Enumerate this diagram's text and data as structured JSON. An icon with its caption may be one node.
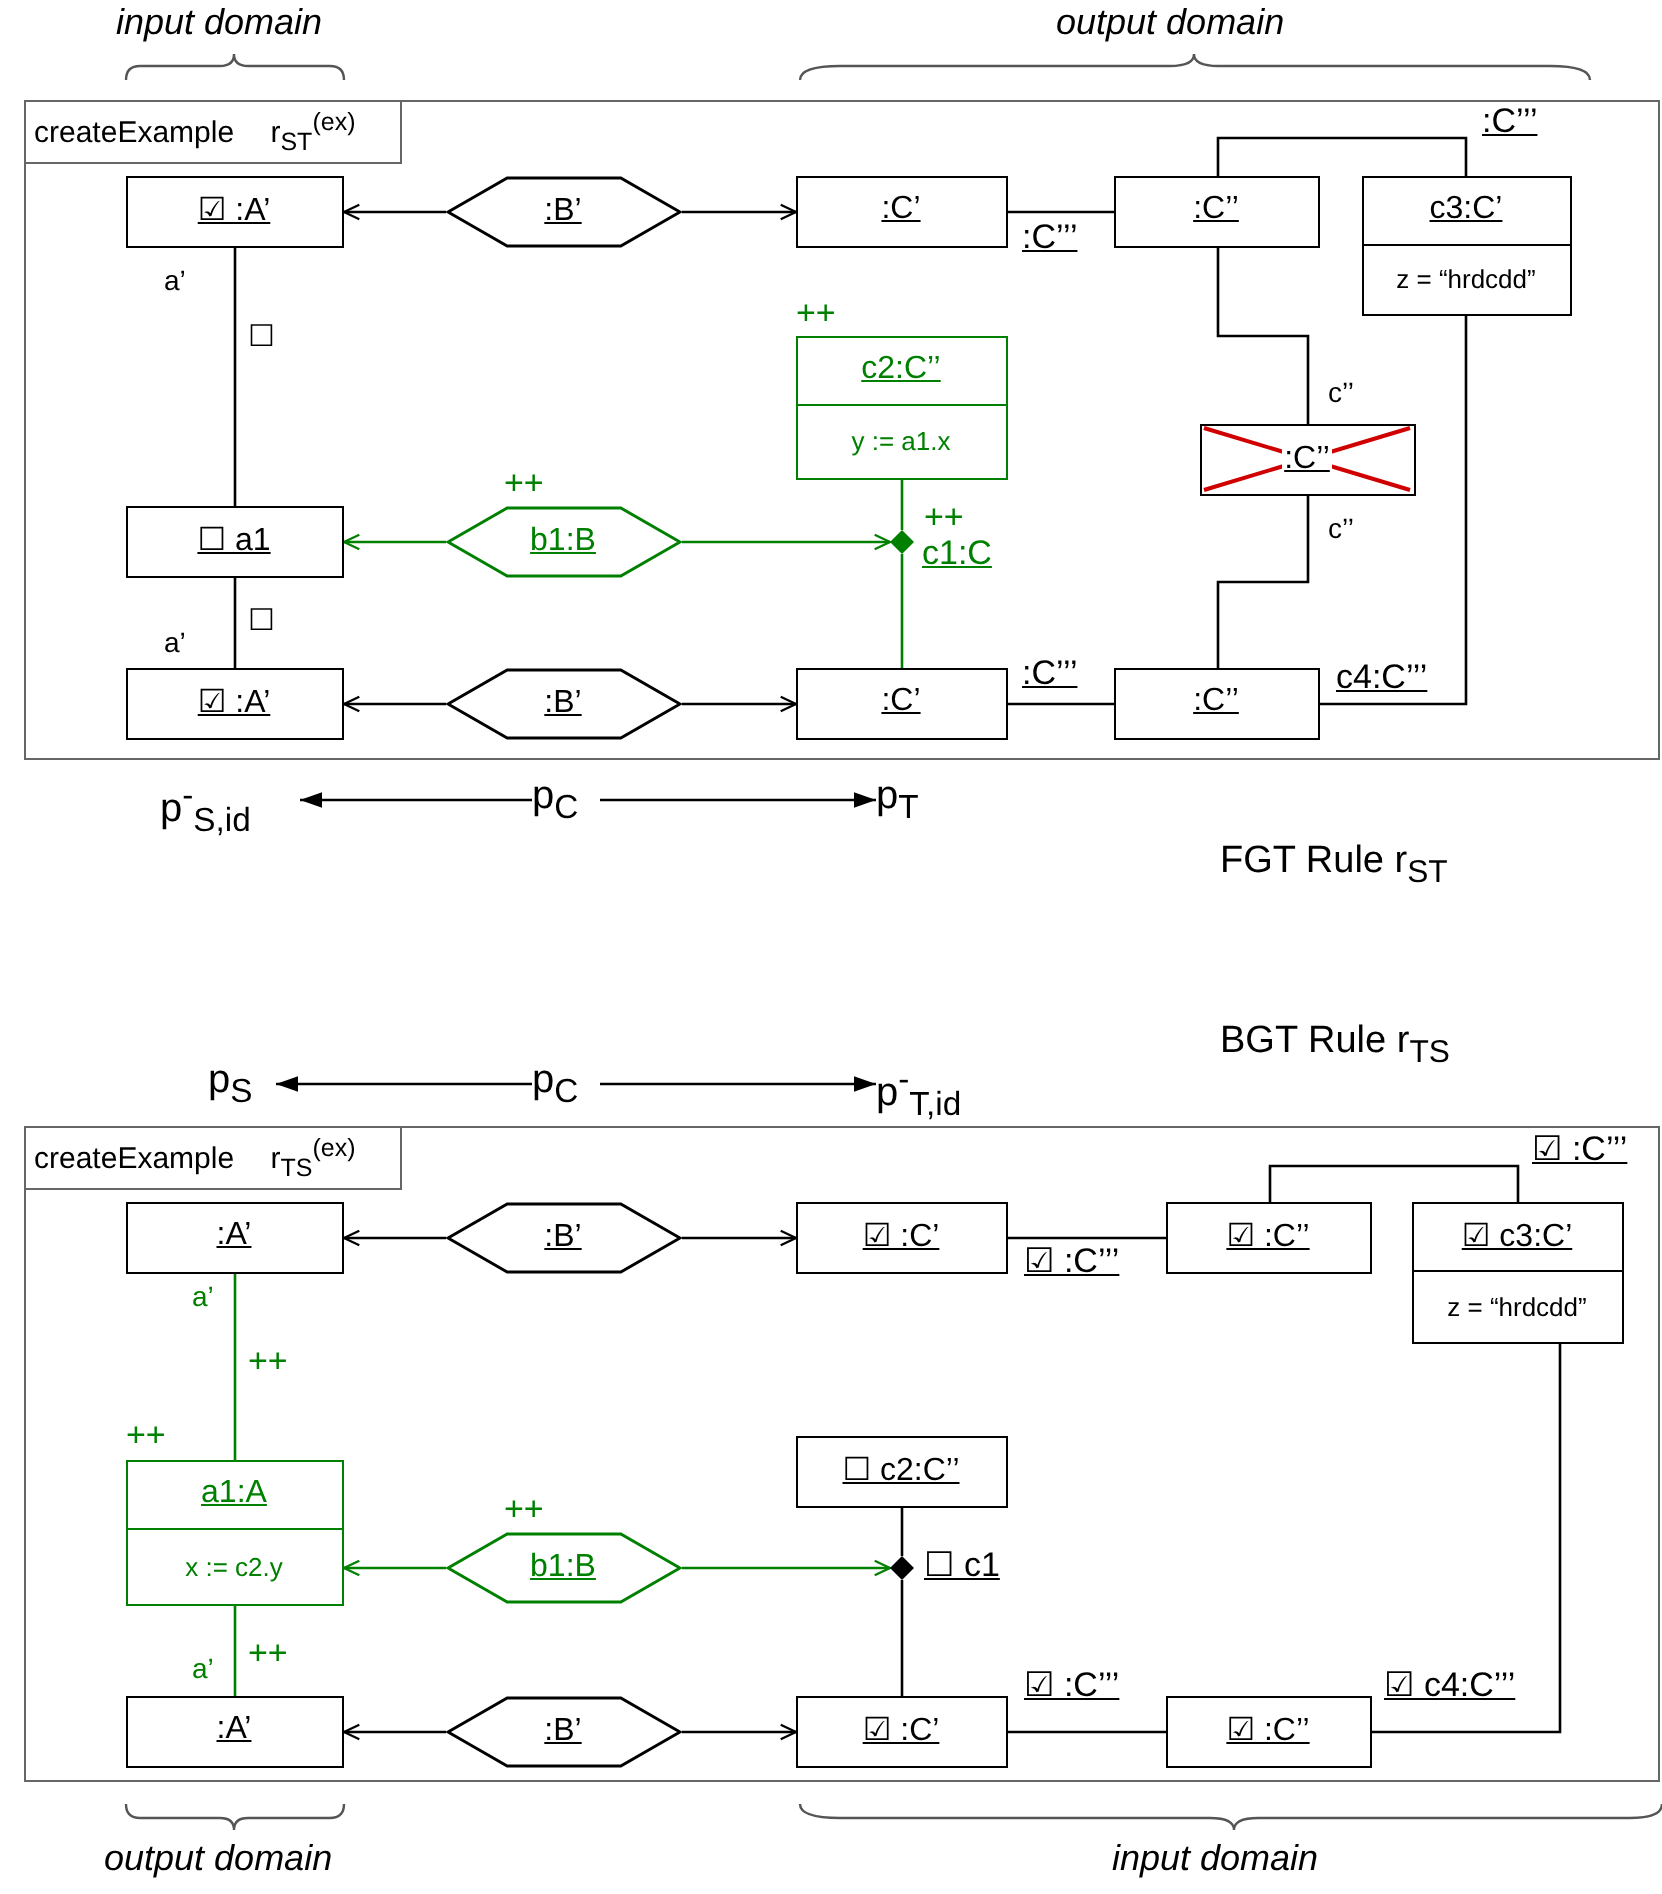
{
  "diagram": {
    "nodes": [
      {
        "text": [
          "createExample r$_{ST}$$^{(ex)}$"
        ]
      },
      {
        "text": [
          "☑ :A’"
        ],
        "in": 0
      },
      {
        "text": [
          ":B’"
        ],
        "in": 0
      },
      {
        "text": [
          ":C’"
        ],
        "in": 0
      },
      {
        "text": [
          ":C’’"
        ],
        "in": 0
      },
      {
        "text": [
          "c3:C’",
          "z = “hrdcdd”"
        ],
        "in": 0
      },
      {
        "text": [
          "c2:C’’",
          "y := a1.x"
        ],
        "in": 0,
        "beside": [
          "++"
        ]
      },
      {
        "text": [
          "☐ a1"
        ],
        "in": 0
      },
      {
        "text": [
          "b1:B"
        ],
        "in": 0,
        "beside": [
          "++"
        ]
      },
      {
        "text": [],
        "shape": "diamond",
        "in": 0,
        "beside": [
          "++",
          "c1:C"
        ]
      },
      {
        "text": [
          ":C’’"
        ],
        "in": 0
      },
      {
        "text": [
          "☑ :A’"
        ],
        "in": 0
      },
      {
        "text": [
          ":B’"
        ],
        "in": 0
      },
      {
        "text": [
          ":C’"
        ],
        "in": 0
      },
      {
        "text": [
          ":C’’"
        ],
        "in": 0
      },
      {
        "text": [
          "p$^{-}$$_{S,id}$"
        ]
      },
      {
        "text": [
          "p$_{C}$"
        ]
      },
      {
        "text": [
          "p$_{T}$"
        ]
      },
      {
        "text": [
          "p$_{S}$"
        ]
      },
      {
        "text": [
          "p$_{C}$"
        ]
      },
      {
        "text": [
          "p$^{-}$$_{T,id}$"
        ]
      },
      {
        "text": [
          "createExample r$_{TS}$$^{(ex)}$"
        ]
      },
      {
        "text": [
          ":A’"
        ],
        "in": 21
      },
      {
        "text": [
          ":B’"
        ],
        "in": 21
      },
      {
        "text": [
          "☑ :C’"
        ],
        "in": 21
      },
      {
        "text": [
          "☑ :C’’"
        ],
        "in": 21
      },
      {
        "text": [
          "☑ c3:C’",
          "z = “hrdcdd”"
        ],
        "in": 21
      },
      {
        "text": [
          "☐ c2:C’’"
        ],
        "in": 21
      },
      {
        "text": [
          "a1:A",
          "x := c2.y"
        ],
        "in": 21,
        "beside": [
          "++"
        ]
      },
      {
        "text": [
          "b1:B"
        ],
        "in": 21,
        "beside": [
          "++"
        ]
      },
      {
        "text": [],
        "shape": "diamond",
        "in": 21,
        "beside": [
          "☐ c1"
        ]
      },
      {
        "text": [
          ":A’"
        ],
        "in": 21
      },
      {
        "text": [
          ":B’"
        ],
        "in": 21
      },
      {
        "text": [
          "☑ :C’"
        ],
        "in": 21
      },
      {
        "text": [
          "☑ :C’’"
        ],
        "in": 21
      }
    ],
    "edges": [
      {
        "from": 2,
        "to": 1,
        "arrow": "to"
      },
      {
        "from": 2,
        "to": 3,
        "arrow": "to"
      },
      {
        "from": 3,
        "to": 4,
        "arrow": "none",
        "label": ":C’’’"
      },
      {
        "from": 4,
        "to": 5,
        "arrow": "none",
        "label": ":C’’’"
      },
      {
        "from": 1,
        "to": 7,
        "arrow": "none",
        "label": "a’"
      },
      {
        "from": 7,
        "to": 11,
        "arrow": "none",
        "label": "a’"
      },
      {
        "from": 8,
        "to": 7,
        "arrow": "to",
        "color": "#008000"
      },
      {
        "from": 8,
        "to": 9,
        "arrow": "to",
        "color": "#008000"
      },
      {
        "from": 6,
        "to": 9,
        "arrow": "none",
        "color": "#008000"
      },
      {
        "from": 9,
        "to": 13,
        "arrow": "none",
        "color": "#008000"
      },
      {
        "from": 4,
        "to": 10,
        "arrow": "none",
        "label": "c’’"
      },
      {
        "from": 10,
        "to": 14,
        "arrow": "none",
        "label": "c’’"
      },
      {
        "from": 5,
        "to": 14,
        "arrow": "none",
        "label": "c4:C’’’"
      },
      {
        "from": 12,
        "to": 11,
        "arrow": "to"
      },
      {
        "from": 12,
        "to": 13,
        "arrow": "to"
      },
      {
        "from": 13,
        "to": 14,
        "arrow": "none",
        "label": ":C’’’"
      },
      {
        "from": 16,
        "to": 15,
        "arrow": "to"
      },
      {
        "from": 16,
        "to": 17,
        "arrow": "to"
      },
      {
        "from": 19,
        "to": 18,
        "arrow": "to"
      },
      {
        "from": 19,
        "to": 20,
        "arrow": "to"
      },
      {
        "from": 23,
        "to": 22,
        "arrow": "to"
      },
      {
        "from": 23,
        "to": 24,
        "arrow": "to"
      },
      {
        "from": 24,
        "to": 25,
        "arrow": "none",
        "label": "☑ :C’’’"
      },
      {
        "from": 25,
        "to": 26,
        "arrow": "none",
        "label": "☑ :C’’’"
      },
      {
        "from": 22,
        "to": 28,
        "arrow": "none",
        "label": "a’",
        "color": "#008000"
      },
      {
        "from": 28,
        "to": 31,
        "arrow": "none",
        "label": "a’",
        "color": "#008000"
      },
      {
        "from": 29,
        "to": 28,
        "arrow": "to",
        "color": "#008000"
      },
      {
        "from": 29,
        "to": 30,
        "arrow": "to",
        "color": "#008000"
      },
      {
        "from": 27,
        "to": 30,
        "arrow": "none"
      },
      {
        "from": 30,
        "to": 33,
        "arrow": "none"
      },
      {
        "from": 32,
        "to": 31,
        "arrow": "to"
      },
      {
        "from": 32,
        "to": 33,
        "arrow": "to"
      },
      {
        "from": 33,
        "to": 34,
        "arrow": "none",
        "label": "☑ :C’’’"
      },
      {
        "from": 26,
        "to": 34,
        "arrow": "none",
        "label": "☑ c4:C’’’"
      }
    ],
    "labels": [
      "input domain",
      "output domain",
      "☐",
      "☐",
      "FGT Rule r$_{ST}$",
      "BGT Rule r$_{TS}$",
      "++",
      "++",
      "output domain",
      "input domain"
    ]
  }
}
